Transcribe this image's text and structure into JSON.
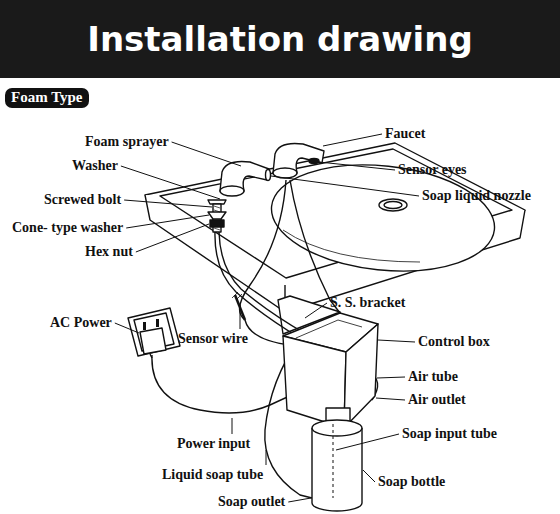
{
  "diagram": {
    "title": "Installation drawing",
    "nodes": [
      {
        "text": [
          "Foam Type"
        ]
      }
    ],
    "labels": [
      "Foam sprayer",
      "Faucet",
      "Washer",
      "Sensor eyes",
      "Screwed bolt",
      "Soap liquid nozzle",
      "Cone- type washer",
      "Hex nut",
      "S. S. bracket",
      "AC Power",
      "Sensor wire",
      "Control  box",
      "Air tube",
      "Air outlet",
      "Soap input tube",
      "Power input",
      "Soap bottle",
      "Liquid soap tube",
      "Soap outlet"
    ]
  }
}
